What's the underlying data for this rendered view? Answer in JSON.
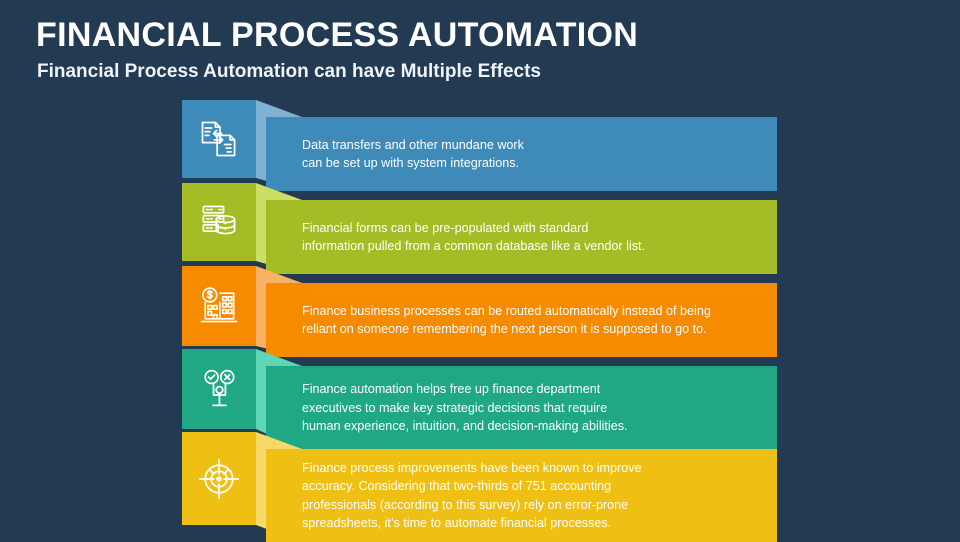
{
  "header": {
    "title": "FINANCIAL PROCESS AUTOMATION",
    "subtitle": "Financial Process Automation can have Multiple Effects"
  },
  "theme": {
    "background": "#223a52",
    "title_color": "#ffffff",
    "text_color": "#ffffff"
  },
  "bands": [
    {
      "icon": "document-transfer-icon",
      "color": "#3e8ab8",
      "fold_color": "#7fb2d2",
      "lines": [
        "Data transfers and other mundane work",
        "can be set up with system integrations."
      ]
    },
    {
      "icon": "database-server-icon",
      "color": "#a4bd26",
      "fold_color": "#ccde63",
      "lines": [
        "Financial forms can be pre-populated with standard",
        "information pulled from a common database like a vendor list."
      ]
    },
    {
      "icon": "bank-building-dollar-icon",
      "color": "#f68b00",
      "fold_color": "#f9b164",
      "lines": [
        "Finance business processes can be routed automatically instead of being",
        "reliant on someone remembering the next person it is supposed to go to."
      ]
    },
    {
      "icon": "person-decision-icon",
      "color": "#1fa883",
      "fold_color": "#5fd6b3",
      "lines": [
        "Finance automation helps free up finance department",
        "executives to make key strategic decisions that require",
        "human experience, intuition, and decision-making abilities."
      ]
    },
    {
      "icon": "target-crosshair-icon",
      "color": "#f0bf13",
      "fold_color": "#f7d96a",
      "lines": [
        "Finance process improvements have been known to improve",
        "accuracy. Considering that two-thirds of 751 accounting",
        "professionals (according to this survey) rely on error-prone",
        "spreadsheets, it’s time to automate financial processes."
      ]
    }
  ]
}
